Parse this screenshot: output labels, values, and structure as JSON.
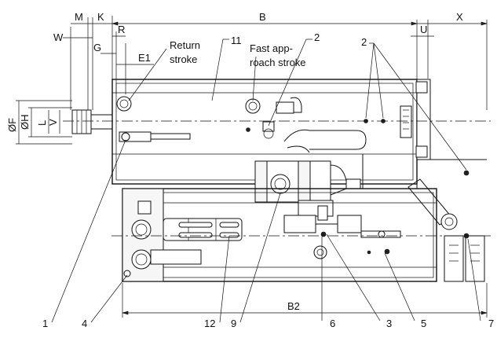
{
  "dimensions": {
    "M": "M",
    "K": "K",
    "B": "B",
    "X": "X",
    "W": "W",
    "R": "R",
    "G": "G",
    "E1": "E1",
    "U": "U",
    "OF": "ØF",
    "OH": "ØH",
    "L": "L",
    "V": "V",
    "B2": "B2"
  },
  "callouts": {
    "return_stroke_1": "Return",
    "return_stroke_2": "stroke",
    "fast_approach_1": "Fast app-",
    "fast_approach_2": "roach stroke",
    "n11": "11",
    "n2_top": "2",
    "n2_right": "2",
    "n1": "1",
    "n4": "4",
    "n12": "12",
    "n9": "9",
    "n6": "6",
    "n3": "3",
    "n5": "5",
    "n7": "7"
  }
}
